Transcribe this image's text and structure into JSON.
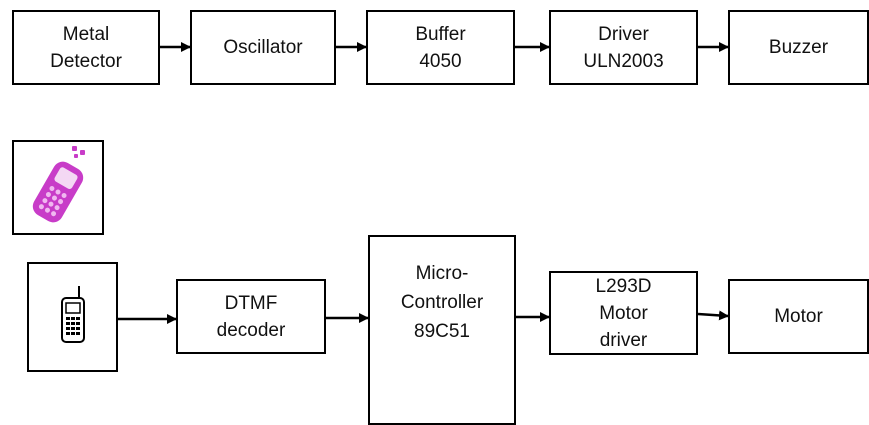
{
  "top_row": [
    {
      "name": "metal-detector-block",
      "label": "Metal\nDetector"
    },
    {
      "name": "oscillator-block",
      "label": "Oscillator"
    },
    {
      "name": "buffer-block",
      "label": "Buffer\n4050"
    },
    {
      "name": "driver-block",
      "label": "Driver\nULN2003"
    },
    {
      "name": "buzzer-block",
      "label": "Buzzer"
    }
  ],
  "bottom_row": {
    "dtmf": "DTMF\ndecoder",
    "microcontroller": "Micro-\nController\n89C51",
    "motor_driver": "L293D\nMotor\ndriver",
    "motor": "Motor"
  },
  "icons": {
    "top_phone": "pink-mobile-phone-icon",
    "bottom_phone": "cell-phone-icon"
  },
  "colors": {
    "phone_pink": "#c83cc8",
    "line": "#000000"
  }
}
